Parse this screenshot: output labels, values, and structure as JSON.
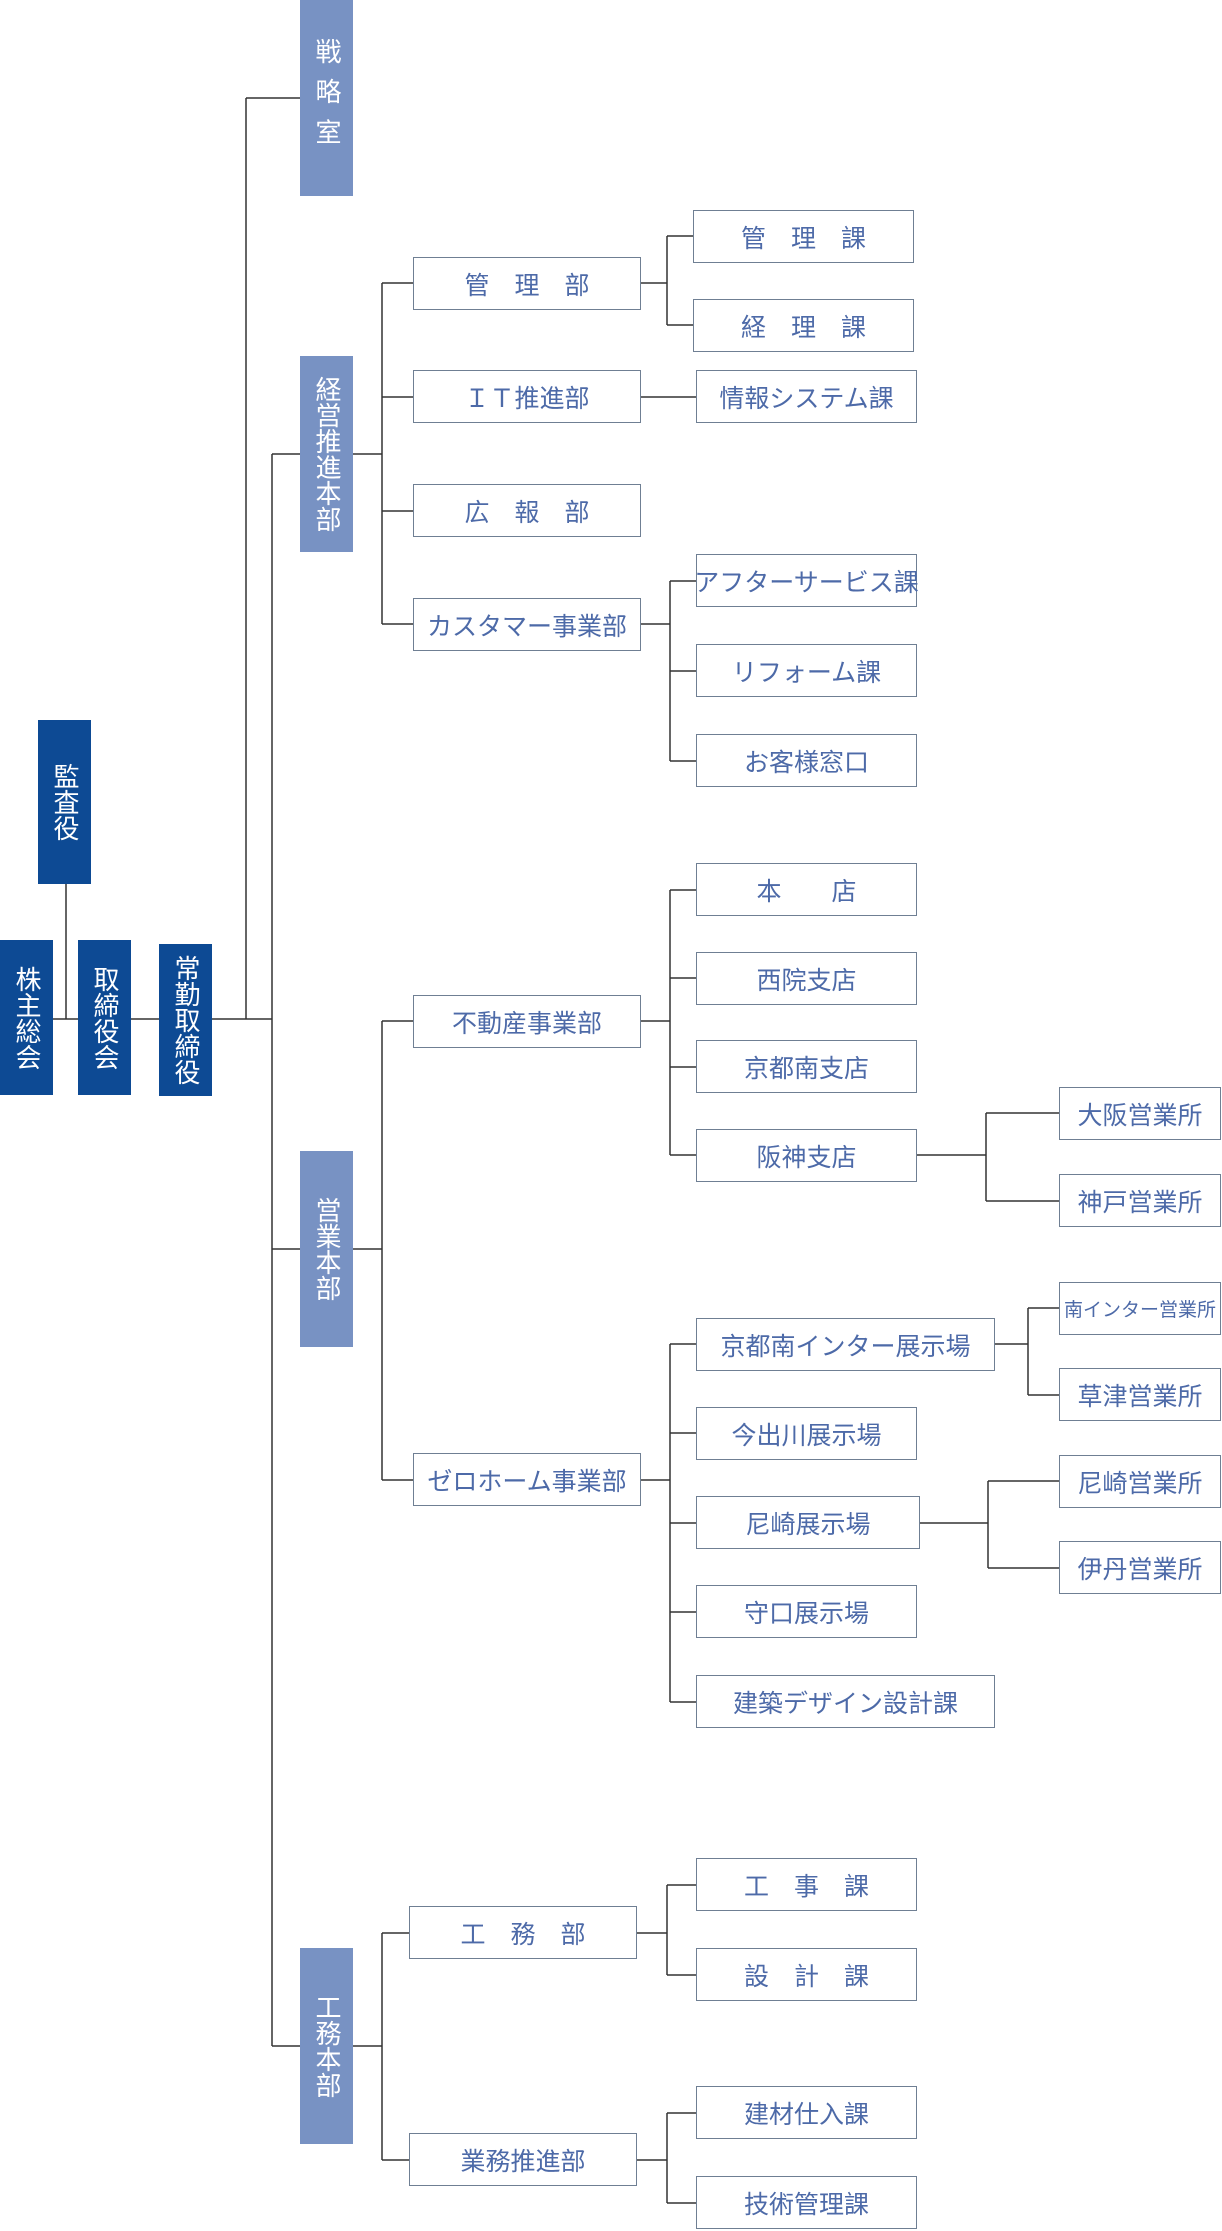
{
  "executive": {
    "shareholders": "株主総会",
    "auditor": "監査役",
    "board": "取締役会",
    "managing_director": "常勤取締役"
  },
  "strategy": {
    "title": "戦略室"
  },
  "management_hq": {
    "title": "経営推進本部",
    "admin_dept": {
      "label": "管　理　部",
      "sections": [
        "管　理　課",
        "経　理　課"
      ]
    },
    "it_dept": {
      "label": "ＩＴ推進部",
      "sections": [
        "情報システム課"
      ]
    },
    "pr_dept": {
      "label": "広　報　部"
    },
    "customer_dept": {
      "label": "カスタマー事業部",
      "sections": [
        "アフターサービス課",
        "リフォーム課",
        "お客様窓口"
      ]
    }
  },
  "sales_hq": {
    "title": "営業本部",
    "realestate_dept": {
      "label": "不動産事業部",
      "branches": [
        "本　　店",
        "西院支店",
        "京都南支店",
        "阪神支店"
      ],
      "hanshin_offices": [
        "大阪営業所",
        "神戸営業所"
      ]
    },
    "zerohome_dept": {
      "label": "ゼロホーム事業部",
      "showrooms": [
        "京都南インター展示場",
        "今出川展示場",
        "尼崎展示場",
        "守口展示場",
        "建築デザイン設計課"
      ],
      "kyotominami_offices": [
        "南インター営業所",
        "草津営業所"
      ],
      "amagasaki_offices": [
        "尼崎営業所",
        "伊丹営業所"
      ]
    }
  },
  "construction_hq": {
    "title": "工務本部",
    "works_dept": {
      "label": "工　務　部",
      "sections": [
        "工　事　課",
        "設　計　課"
      ]
    },
    "ops_dept": {
      "label": "業務推進部",
      "sections": [
        "建材仕入課",
        "技術管理課"
      ]
    }
  }
}
